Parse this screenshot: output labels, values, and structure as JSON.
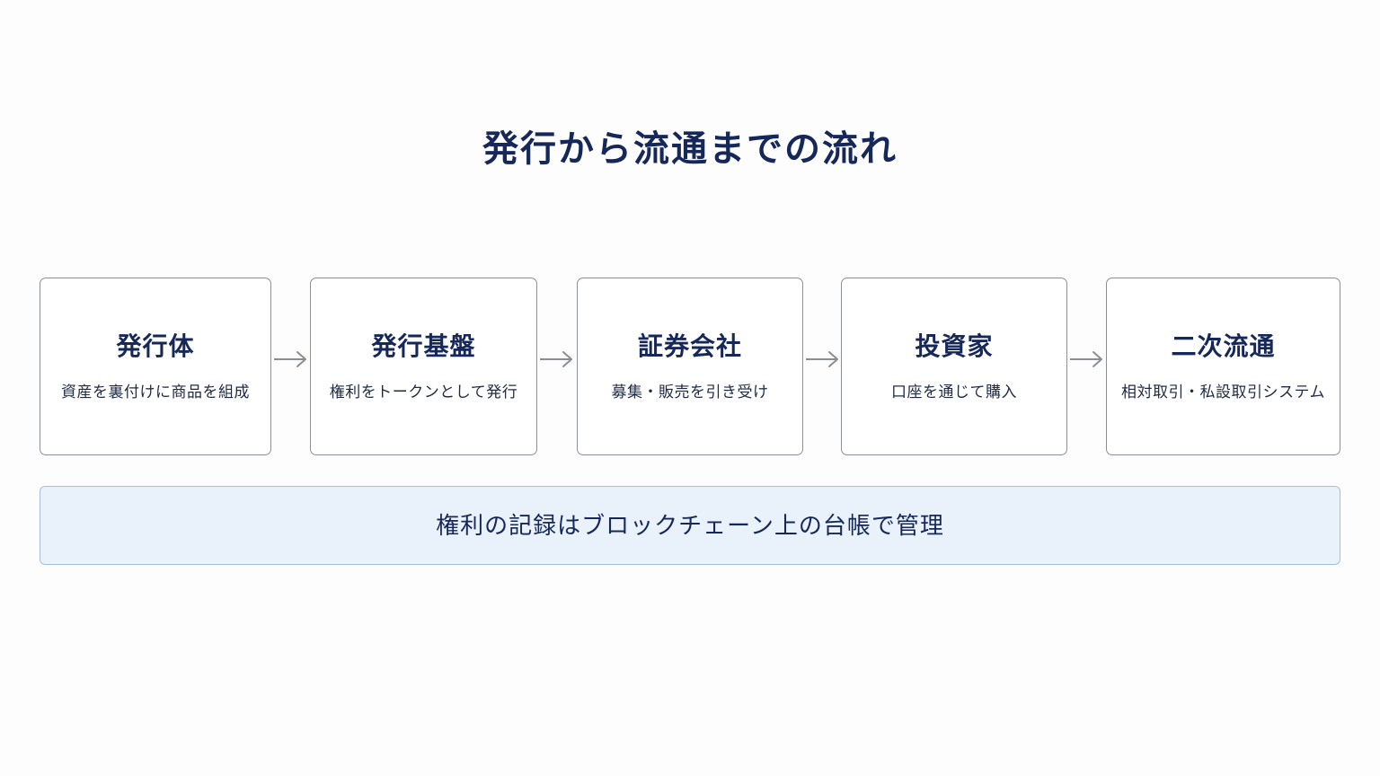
{
  "title": "発行から流通までの流れ",
  "steps": [
    {
      "title": "発行体",
      "description": "資産を裏付けに商品を組成"
    },
    {
      "title": "発行基盤",
      "description": "権利をトークンとして発行"
    },
    {
      "title": "証券会社",
      "description": "募集・販売を引き受け"
    },
    {
      "title": "投資家",
      "description": "口座を通じて購入"
    },
    {
      "title": "二次流通",
      "description": "相対取引・私設取引システム"
    }
  ],
  "ledger_note": "権利の記録はブロックチェーン上の台帳で管理",
  "colors": {
    "title_text": "#16285a",
    "box_border": "#8c8f96",
    "banner_fill": "#e9f1fb",
    "banner_border": "#a9bfd8",
    "arrow": "#8a8d93"
  },
  "icons": {
    "connector": "right-arrow-icon"
  }
}
